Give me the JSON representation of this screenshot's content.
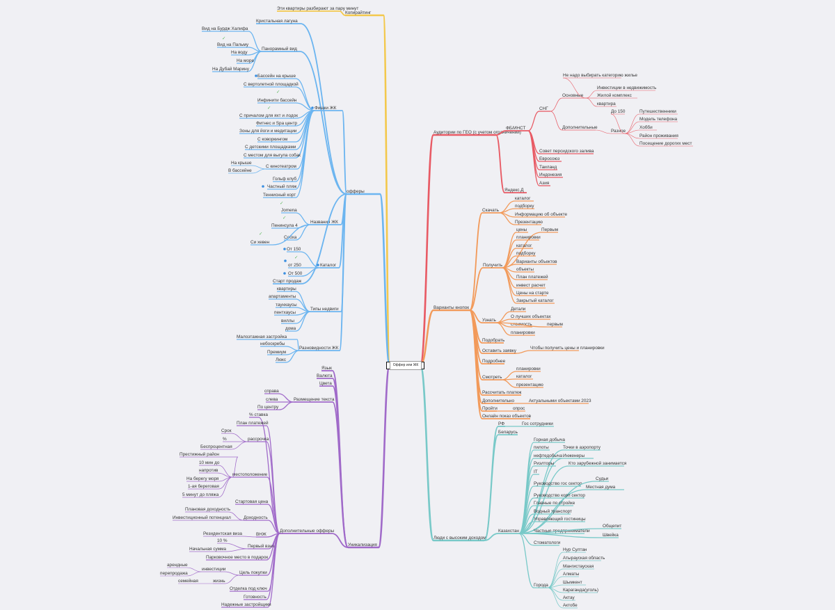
{
  "root": {
    "label": "Оффер или ЖК"
  },
  "colors": {
    "yellow": "#f3c84b",
    "blue": "#6cb5f0",
    "red": "#e85a64",
    "orange": "#f29a5a",
    "teal": "#78c9c8",
    "purple": "#a06ac9",
    "check": "#5cb85c",
    "dot": "#3b8fe0"
  },
  "icons": [
    "check-icon",
    "bullet-dot-icon",
    "collapse-icon",
    "link-icon"
  ],
  "branches": [
    {
      "id": "copy",
      "label": "Копирайтинг",
      "color": "yellow",
      "children": [
        {
          "label": "Эти квартиры разбирают за пару минут"
        }
      ]
    },
    {
      "id": "offers",
      "label": "офферы",
      "color": "blue",
      "children": [
        {
          "label": "Кристальная лагуна"
        },
        {
          "label": "Панорамный вид",
          "children": [
            {
              "label": "Вид на Бурдж Халифа"
            },
            {
              "label": "Вид на Пальму"
            },
            {
              "label": "На воду"
            },
            {
              "label": "На море"
            },
            {
              "label": "На Дубай Марину"
            }
          ]
        },
        {
          "label": "Фишки ЖК",
          "children": [
            {
              "label": "Бассейн на крыше"
            },
            {
              "label": "С вертолетной площадкой"
            },
            {
              "label": "Инфинити бассейн"
            },
            {
              "label": "С причалом для яхт и лодок"
            },
            {
              "label": "Фитнес и Spa центр"
            },
            {
              "label": "Зоны для йоги и медитации"
            },
            {
              "label": "С коворкингом"
            },
            {
              "label": "С детскими площадками"
            },
            {
              "label": "С местом для выгула собак"
            },
            {
              "label": "С кинотеатром",
              "children": [
                {
                  "label": "На крыше"
                },
                {
                  "label": "В бассейне"
                }
              ]
            },
            {
              "label": "Гольф клуб"
            },
            {
              "label": "Частный пляж"
            },
            {
              "label": "Теннисный корт"
            }
          ]
        },
        {
          "label": "Названия ЖК",
          "children": [
            {
              "label": "Jomena"
            },
            {
              "label": "Пенинсула 4"
            },
            {
              "label": "Собха"
            },
            {
              "label": "Си хевен"
            }
          ]
        },
        {
          "label": "Каталог",
          "children": [
            {
              "label": "От 150"
            },
            {
              "label": "от 250"
            },
            {
              "label": "От 500"
            }
          ]
        },
        {
          "label": "Старт продаж"
        },
        {
          "label": "Типы недвиги",
          "children": [
            {
              "label": "квартиры"
            },
            {
              "label": "апартаменты"
            },
            {
              "label": "таунхаусы"
            },
            {
              "label": "пентхаусы"
            },
            {
              "label": "виллы"
            },
            {
              "label": "дома"
            }
          ]
        },
        {
          "label": "Разновидности ЖК",
          "children": [
            {
              "label": "Малоэтажная застройка"
            },
            {
              "label": "небоскребы"
            },
            {
              "label": "Премиум"
            },
            {
              "label": "Люкс"
            }
          ]
        }
      ]
    },
    {
      "id": "audience",
      "label": "Аудитории по ГЕО (с учетом ограничений)",
      "color": "red",
      "children": [
        {
          "label": "ФБ/ИНСТ",
          "children": [
            {
              "label": "СНГ",
              "children": [
                {
                  "label": "Основные",
                  "children": [
                    {
                      "label": "Не надо выбирать категорию жилье"
                    },
                    {
                      "label": "Инвестиции в недвижимость"
                    },
                    {
                      "label": "Жилой комплекс"
                    },
                    {
                      "label": "квартира"
                    }
                  ]
                },
                {
                  "label": "Дополнительные",
                  "children": [
                    {
                      "label": "Разное",
                      "children": [
                        {
                          "label": "До 150"
                        },
                        {
                          "label": "Путешественники"
                        },
                        {
                          "label": "Модель телефона"
                        },
                        {
                          "label": "Хобби"
                        },
                        {
                          "label": "Район проживания"
                        },
                        {
                          "label": "Посещение дорогих мест"
                        }
                      ]
                    }
                  ]
                }
              ]
            },
            {
              "label": "Совет персидского залива"
            },
            {
              "label": "Евросоюз"
            },
            {
              "label": "Таиланд"
            },
            {
              "label": "Индонезия"
            },
            {
              "label": "Азия"
            }
          ]
        },
        {
          "label": "Яндекс.Д"
        }
      ]
    },
    {
      "id": "buttons",
      "label": "Варианты кнопок",
      "color": "orange",
      "children": [
        {
          "label": "Скачать",
          "children": [
            {
              "label": "каталог"
            },
            {
              "label": "подборку"
            },
            {
              "label": "Информацию об объекте"
            },
            {
              "label": "Презентацию"
            }
          ]
        },
        {
          "label": "Получить",
          "children": [
            {
              "label": "цены"
            },
            {
              "label": "Первым"
            },
            {
              "label": "планировки"
            },
            {
              "label": "каталог"
            },
            {
              "label": "подборку"
            },
            {
              "label": "Варианты объектов"
            },
            {
              "label": "объекты"
            },
            {
              "label": "План платежей"
            },
            {
              "label": "инвест расчет"
            },
            {
              "label": "Цены на старте"
            },
            {
              "label": "Закрытый каталог"
            }
          ]
        },
        {
          "label": "Узнать",
          "children": [
            {
              "label": "Детали"
            },
            {
              "label": "О лучших объектах"
            },
            {
              "label": "стоимость"
            },
            {
              "label": "первым"
            },
            {
              "label": "планировки"
            }
          ]
        },
        {
          "label": "Подобрать"
        },
        {
          "label": "Оставить заявку",
          "children": [
            {
              "label": "Чтобы получить цены и планировки"
            }
          ]
        },
        {
          "label": "Подробнее"
        },
        {
          "label": "Смотреть",
          "children": [
            {
              "label": "планировки"
            },
            {
              "label": "каталог"
            },
            {
              "label": "презентацию"
            }
          ]
        },
        {
          "label": "Рассчитать платеж"
        },
        {
          "label": "Дополнительно",
          "children": [
            {
              "label": "Актуальными объектами 2023"
            }
          ]
        },
        {
          "label": "Пройти",
          "children": [
            {
              "label": "опрос"
            }
          ]
        },
        {
          "label": "Онлайн показ объектов"
        }
      ]
    },
    {
      "id": "people",
      "label": "Люди с высоким доходом",
      "color": "teal",
      "children": [
        {
          "label": "РФ",
          "children": [
            {
              "label": "Гос сотрудники"
            }
          ]
        },
        {
          "label": "Беларусь"
        },
        {
          "label": "Казахстан",
          "children": [
            {
              "label": "Горная добыча"
            },
            {
              "label": "пилоты"
            },
            {
              "label": "Точки в аэропорту"
            },
            {
              "label": "нефтедобыча"
            },
            {
              "label": "Инженеры"
            },
            {
              "label": "Риэлторы"
            },
            {
              "label": "Кто зарубежной занимается"
            },
            {
              "label": "IT"
            },
            {
              "label": "Руководство гос сектор"
            },
            {
              "label": "Судьи"
            },
            {
              "label": "Местная дума"
            },
            {
              "label": "Руководство корп сектор"
            },
            {
              "label": "Главные по стройке"
            },
            {
              "label": "Водный транспорт"
            },
            {
              "label": "Управляющий гостиницы"
            },
            {
              "label": "Частные предприниматели"
            },
            {
              "label": "Общепит"
            },
            {
              "label": "Швейка"
            },
            {
              "label": "Стоматологи"
            },
            {
              "label": "Города",
              "children": [
                {
                  "label": "Нур Султан"
                },
                {
                  "label": "Атырауская область"
                },
                {
                  "label": "Мангистауская"
                },
                {
                  "label": "Алматы"
                },
                {
                  "label": "Шымкент"
                },
                {
                  "label": "Караганда(уголь)"
                },
                {
                  "label": "Актау"
                },
                {
                  "label": "Актобе"
                }
              ]
            }
          ]
        }
      ]
    },
    {
      "id": "unique",
      "label": "Уникализация",
      "color": "purple",
      "children": [
        {
          "label": "Язык"
        },
        {
          "label": "Валюта"
        },
        {
          "label": "Цвета"
        },
        {
          "label": "Размещение текста",
          "children": [
            {
              "label": "справа"
            },
            {
              "label": "слева"
            },
            {
              "label": "По центру"
            }
          ]
        },
        {
          "label": "Дополнительные офферы",
          "children": [
            {
              "label": "% ставка"
            },
            {
              "label": "План платежей"
            },
            {
              "label": "рассрочка",
              "children": [
                {
                  "label": "Срок"
                },
                {
                  "label": "%"
                },
                {
                  "label": "Беспроцентная"
                }
              ]
            },
            {
              "label": "местоположение",
              "children": [
                {
                  "label": "Престижный район"
                },
                {
                  "label": "10 мин до"
                },
                {
                  "label": "напротив"
                },
                {
                  "label": "На берегу моря"
                },
                {
                  "label": "1-ая береговая"
                },
                {
                  "label": "5 минут до пляжа"
                }
              ]
            },
            {
              "label": "Стартовая цена"
            },
            {
              "label": "Доходность",
              "children": [
                {
                  "label": "Плановая доходность"
                },
                {
                  "label": "Инвестиционный потенциал"
                }
              ]
            },
            {
              "label": "ВНЖ",
              "children": [
                {
                  "label": "Резидентская виза"
                }
              ]
            },
            {
              "label": "Первый взнос",
              "children": [
                {
                  "label": "10 %"
                },
                {
                  "label": "Начальная сумма"
                }
              ]
            },
            {
              "label": "Парковочное место в подарок"
            },
            {
              "label": "Цель покупки",
              "children": [
                {
                  "label": "инвестиции",
                  "children": [
                    {
                      "label": "арендные"
                    },
                    {
                      "label": "перепродажа"
                    }
                  ]
                },
                {
                  "label": "жизнь",
                  "children": [
                    {
                      "label": "семейная"
                    }
                  ]
                }
              ]
            },
            {
              "label": "Отделка под ключ"
            },
            {
              "label": "Готовность"
            },
            {
              "label": "Надежные застройщики"
            }
          ]
        }
      ]
    }
  ]
}
